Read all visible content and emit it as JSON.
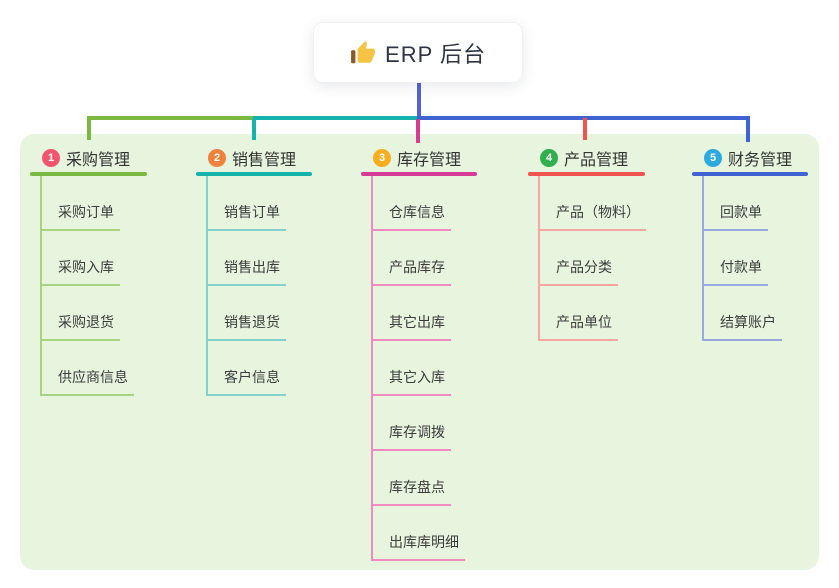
{
  "root": {
    "label": "ERP 后台",
    "icon": "thumbs-up-icon"
  },
  "colors": {
    "panel_bg": "#e7f5df",
    "root_connector": "#5163d1",
    "root_text": "#2e3442",
    "branch_text": "#333333",
    "child_text": "#3c3c3c",
    "thumb_yellow": "#f6c445",
    "thumb_cuff": "#8a5a2b"
  },
  "branches": [
    {
      "index": "1",
      "label": "采购管理",
      "color": "#7bb842",
      "child_color": "#a9d37f",
      "badge_color": "#f2566f",
      "children": [
        "采购订单",
        "采购入库",
        "采购退货",
        "供应商信息"
      ]
    },
    {
      "index": "2",
      "label": "销售管理",
      "color": "#16b2ac",
      "child_color": "#83d1ca",
      "badge_color": "#f0813c",
      "children": [
        "销售订单",
        "销售出库",
        "销售退货",
        "客户信息"
      ]
    },
    {
      "index": "3",
      "label": "库存管理",
      "color": "#d63c96",
      "child_color": "#ef8bc0",
      "badge_color": "#f8ae1e",
      "children": [
        "仓库信息",
        "产品库存",
        "其它出库",
        "其它入库",
        "库存调拨",
        "库存盘点",
        "出库库明细"
      ]
    },
    {
      "index": "4",
      "label": "产品管理",
      "color": "#f1544f",
      "child_color": "#f6a7a2",
      "badge_color": "#2faf4d",
      "children": [
        "产品（物料）",
        "产品分类",
        "产品单位"
      ]
    },
    {
      "index": "5",
      "label": "财务管理",
      "color": "#4162d3",
      "child_color": "#97a9df",
      "badge_color": "#2da9e1",
      "children": [
        "回款单",
        "付款单",
        "结算账户"
      ]
    }
  ]
}
